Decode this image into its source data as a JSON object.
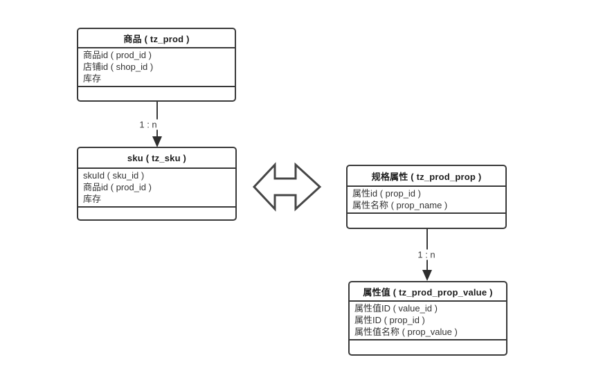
{
  "diagram": {
    "colors": {
      "border": "#383838",
      "field_text": "#333333",
      "title_text": "#1c1c1c",
      "background": "#ffffff"
    },
    "entities": [
      {
        "title": "商品 ( tz_prod )",
        "fields": [
          "商品id ( prod_id )",
          "店铺id ( shop_id )",
          "库存"
        ]
      },
      {
        "title": "sku ( tz_sku )",
        "fields": [
          "skuId ( sku_id )",
          "商品id ( prod_id )",
          "库存"
        ]
      },
      {
        "title": "规格属性 ( tz_prod_prop )",
        "fields": [
          "属性id ( prop_id )",
          "属性名称 ( prop_name )"
        ]
      },
      {
        "title": "属性值 ( tz_prod_prop_value )",
        "fields": [
          "属性值ID ( value_id )",
          "属性ID ( prop_id )",
          "属性值名称 ( prop_value )"
        ]
      }
    ],
    "connectors": [
      {
        "label": "1 : n",
        "from": "商品 ( tz_prod )",
        "to": "sku ( tz_sku )"
      },
      {
        "label": "1 : n",
        "from": "规格属性 ( tz_prod_prop )",
        "to": "属性值 ( tz_prod_prop_value )"
      }
    ],
    "icons": {
      "double_arrow": "left-right-double-arrow"
    }
  }
}
